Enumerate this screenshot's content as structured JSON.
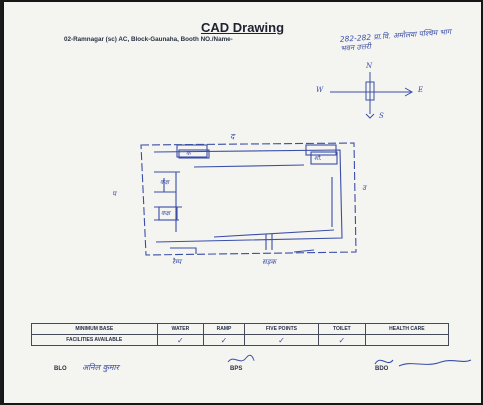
{
  "document": {
    "title": "CAD Drawing",
    "subtitle": "02-Ramnagar (sc) AC, Block-Gaunaha, Booth NO./Name-",
    "booth_handwritten": "282-282 प्रा.वि. अमोलवा पश्चिम भाग",
    "booth_handwritten_line2": "भवन उत्तरी",
    "compass": {
      "north": "N",
      "south": "S",
      "east": "E",
      "west": "W"
    },
    "sketch_labels": {
      "top": "द",
      "left": "प",
      "right": "उ",
      "bottom_left": "रैम्प",
      "bottom_center": "सड़क",
      "toilet": "शौ.",
      "room_1": "क",
      "room_2": "कक्ष",
      "room_3": "कक्ष"
    },
    "facility_table": {
      "row_label": "MINIMUM BASE",
      "row_label_2": "FACILITIES AVAILABLE",
      "columns": [
        "WATER",
        "RAMP",
        "FIVE POINTS",
        "TOILET",
        "HEALTH CARE"
      ],
      "tick": "✓"
    },
    "signatures": {
      "blo_label": "BLO",
      "blo_sign": "अनिल कुमार",
      "bps_label": "BPS",
      "bdo_label": "BDO"
    }
  }
}
